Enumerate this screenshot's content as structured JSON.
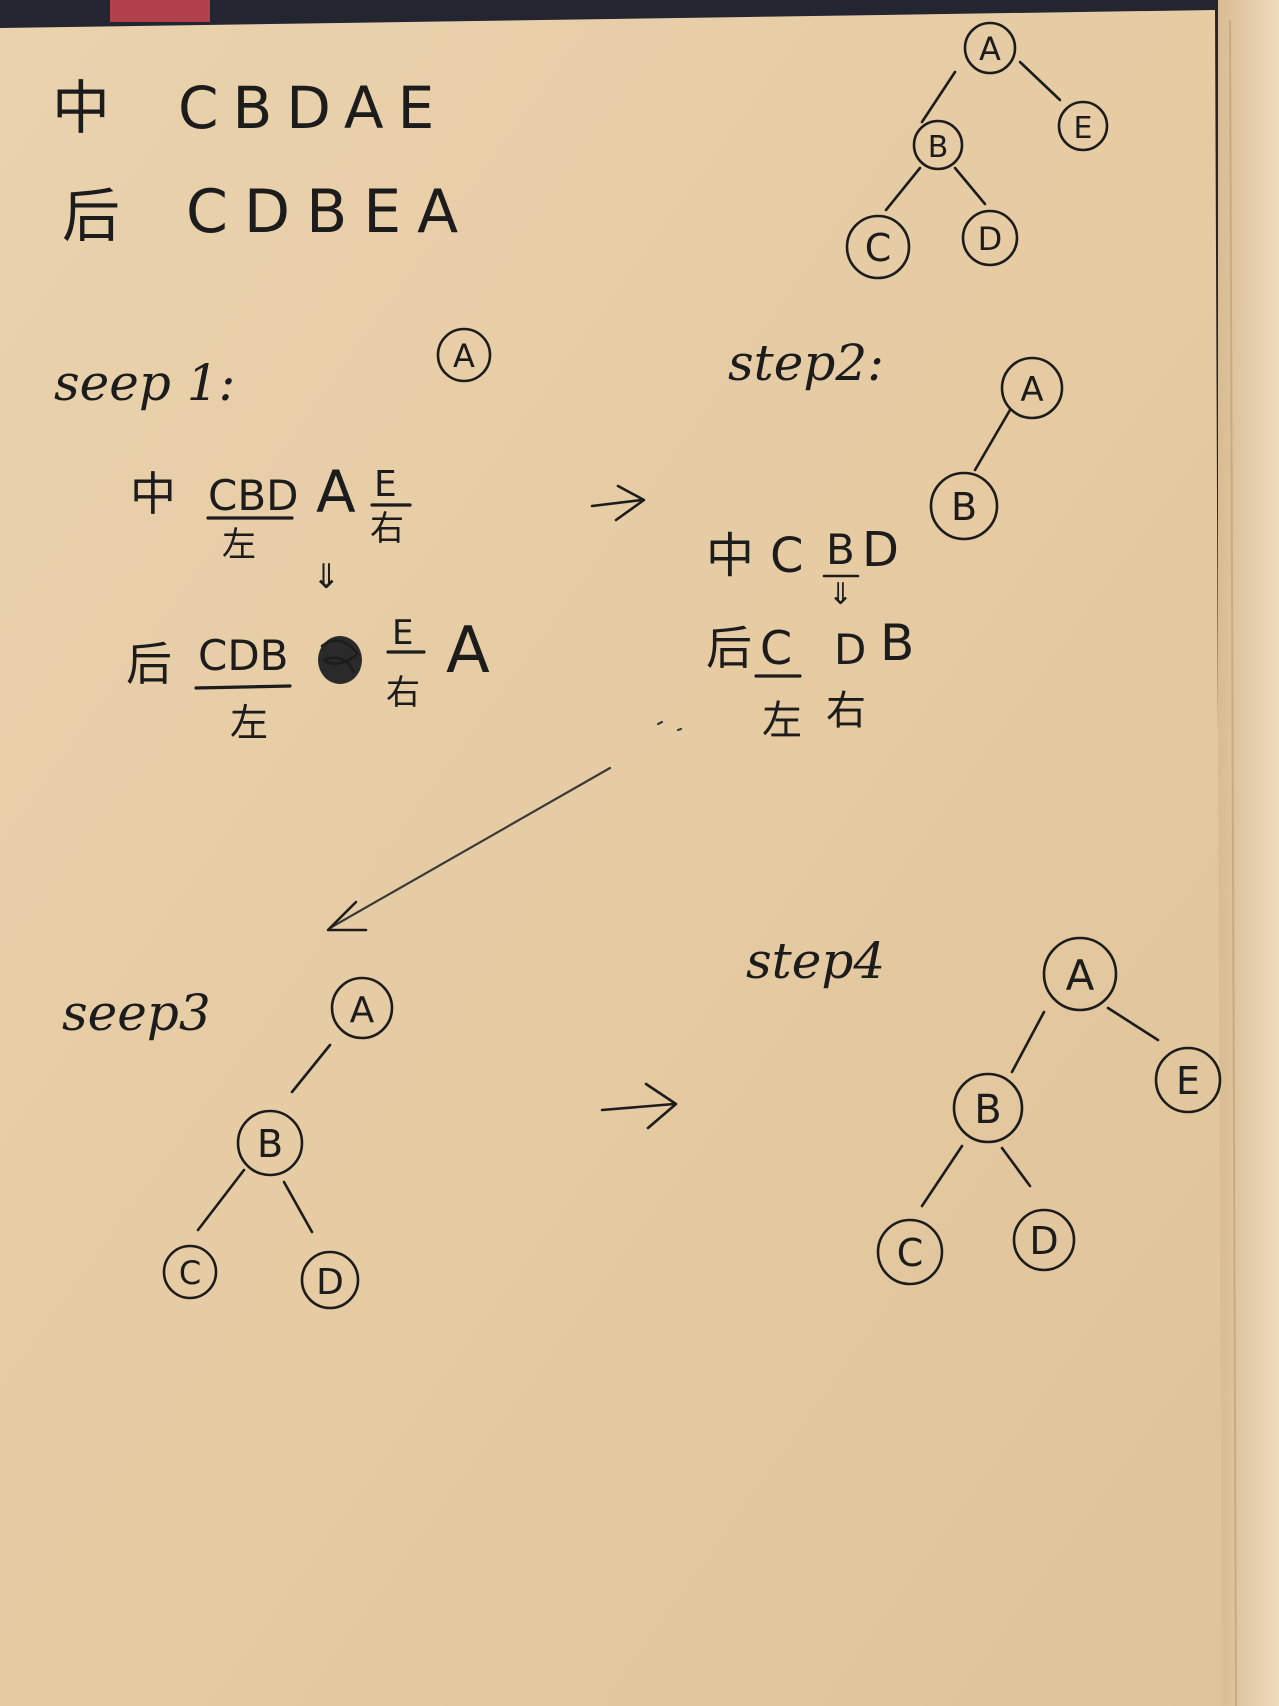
{
  "colors": {
    "paper": "#e8cfa9",
    "ink": "#1c1c1c",
    "background_cloth": "#242633",
    "background_red": "#b2404a"
  },
  "sequences": {
    "inorder_label": "中",
    "inorder_seq": "CBDAE",
    "postorder_label": "后",
    "postorder_seq": "CDBEA"
  },
  "steps": {
    "step1": "seep 1:",
    "step2": "step2:",
    "step3": "seep3",
    "step4": "step4"
  },
  "step1_work": {
    "in_label": "中",
    "in_left": "CBD",
    "in_root": "A",
    "in_right": "E",
    "post_label": "后",
    "post_left": "CDB",
    "post_right": "E",
    "post_root": "A",
    "left_word": "左",
    "right_word": "右",
    "down_mark": "⇓"
  },
  "step2_work": {
    "in_label": "中",
    "in_seq_c": "C",
    "in_seq_b": "B",
    "in_seq_d": "D",
    "post_label": "后",
    "post_c": "C",
    "post_d": "D",
    "post_b": "B",
    "left_word": "左",
    "right_word": "右",
    "down_mark": "⇓"
  },
  "nodes": {
    "a": "A",
    "b": "B",
    "c": "C",
    "d": "D",
    "e": "E"
  }
}
